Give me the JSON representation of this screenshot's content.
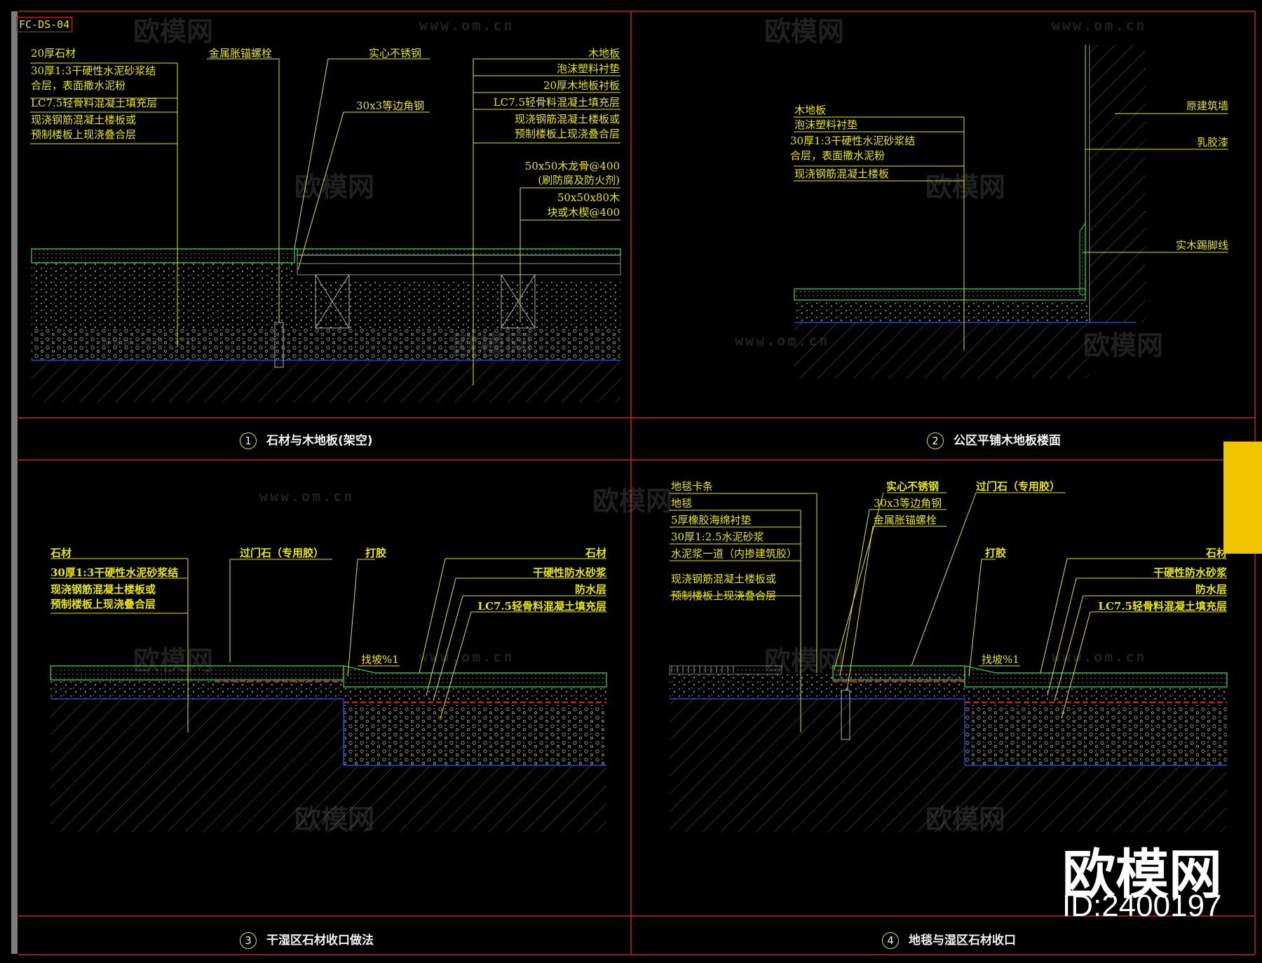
{
  "sheet_code": "FC-DS-04",
  "watermark": {
    "brand": "欧模网",
    "url": "www.om.cn",
    "id": "ID:2400197"
  },
  "details": [
    {
      "number": "1",
      "title": "石材与木地板(架空)"
    },
    {
      "number": "2",
      "title": "公区平铺木地板楼面"
    },
    {
      "number": "3",
      "title": "干湿区石材收口做法"
    },
    {
      "number": "4",
      "title": "地毯与湿区石材收口"
    }
  ],
  "d1": {
    "left": [
      "20厚石材",
      "30厚1:3干硬性水泥砂浆结",
      "合层，表面撒水泥粉",
      "LC7.5轻骨料混凝土填充层",
      "现浇钢筋混凝土楼板或",
      "预制楼板上现浇叠合层"
    ],
    "bolt": "金属胀锚螺栓",
    "steel": "实心不锈钢",
    "angle": "30x3等边角钢",
    "right": [
      "木地板",
      "泡沫塑料衬垫",
      "20厚木地板衬板",
      "LC7.5轻骨料混凝土填充层",
      "现浇钢筋混凝土楼板或",
      "预制楼板上现浇叠合层"
    ],
    "keel": [
      "50x50木龙骨@400",
      "(刷防腐及防火剂)",
      "50x50x80木",
      "块或木楔@400"
    ]
  },
  "d2": {
    "left": [
      "木地板",
      "泡沫塑料衬垫",
      "30厚1:3干硬性水泥砂浆结",
      "合层，表面撒水泥粉",
      "现浇钢筋混凝土楼板"
    ],
    "right": [
      "原建筑墙",
      "乳胶漆",
      "实木踢脚线"
    ]
  },
  "d3": {
    "left": [
      "石材",
      "30厚1:3干硬性水泥砂浆结",
      "现浇钢筋混凝土楼板或",
      "预制楼板上现浇叠合层"
    ],
    "threshold": "过门石（专用胶）",
    "glue": "打胶",
    "slope": "找坡%1",
    "right": [
      "石材",
      "干硬性防水砂浆",
      "防水层",
      "LC7.5轻骨料混凝土填充层"
    ]
  },
  "d4": {
    "left": [
      "地毯卡条",
      "地毯",
      "5厚橡胶海绵衬垫",
      "30厚1:2.5水泥砂浆",
      "水泥浆一道（内掺建筑胶）",
      "现浇钢筋混凝土楼板或",
      "预制楼板上现浇叠合层"
    ],
    "mid": [
      "实心不锈钢",
      "30x3等边角钢",
      "金属胀锚螺栓"
    ],
    "threshold": "过门石（专用胶）",
    "glue": "打胶",
    "slope": "找坡%1",
    "right": [
      "石材",
      "干硬性防水砂浆",
      "防水层",
      "LC7.5轻骨料混凝土填充层"
    ]
  }
}
